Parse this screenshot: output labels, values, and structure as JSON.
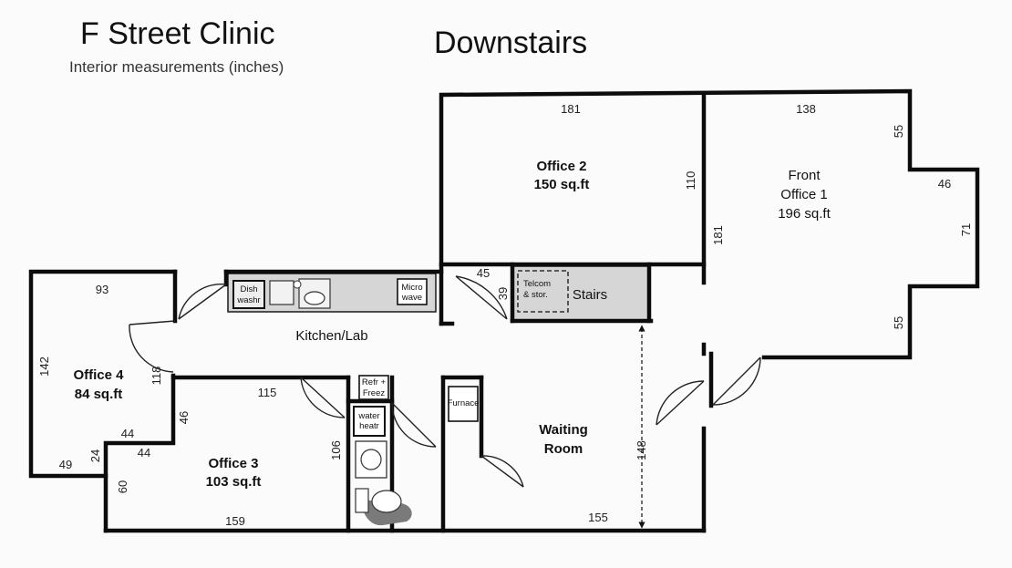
{
  "header": {
    "title": "F Street Clinic",
    "subtitle": "Interior measurements (inches)",
    "floor": "Downstairs"
  },
  "rooms": {
    "office1": {
      "name_line1": "Front",
      "name_line2": "Office 1",
      "area": "196 sq.ft"
    },
    "office2": {
      "name": "Office 2",
      "area": "150 sq.ft"
    },
    "office3": {
      "name": "Office 3",
      "area": "103 sq.ft"
    },
    "office4": {
      "name": "Office 4",
      "area": "84 sq.ft"
    },
    "kitchen": "Kitchen/Lab",
    "waiting_line1": "Waiting",
    "waiting_line2": "Room",
    "stairs": "Stairs"
  },
  "fixtures": {
    "dishwasher_line1": "Dish",
    "dishwasher_line2": "washr",
    "microwave_line1": "Micro",
    "microwave_line2": "wave",
    "telcom_line1": "Telcom",
    "telcom_line2": "& stor.",
    "refrig_line1": "Refr +",
    "refrig_line2": "Freez",
    "water_line1": "water",
    "water_line2": "heatr",
    "furnace": "Furnace"
  },
  "dimensions": {
    "office2_top": "181",
    "office2_side": "110",
    "office1_top": "138",
    "office1_left": "181",
    "office1_r_top": "55",
    "office1_bump": "46",
    "office1_r_mid": "71",
    "office1_r_bot": "55",
    "office4_top": "93",
    "office4_left": "142",
    "office4_right": "118",
    "office4_notch": "44",
    "office4_bottom": "49",
    "office4_step": "24",
    "office3_notch": "44",
    "office3_notch_side": "46",
    "office3_top": "115",
    "office3_left": "60",
    "office3_bottom": "159",
    "office3_right": "106",
    "door_width": "45",
    "door_height": "39",
    "waiting_height": "148",
    "waiting_bottom": "155"
  }
}
